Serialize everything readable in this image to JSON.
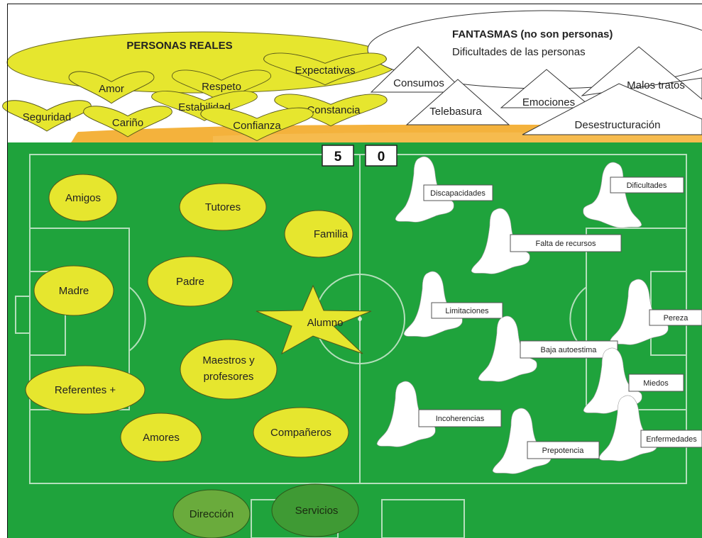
{
  "title_personas": "PERSONAS REALES",
  "fantasmas": {
    "title": "FANTASMAS (no son personas)",
    "subtitle": "Dificultades de las personas"
  },
  "values": {
    "expectativas": "Expectativas",
    "amor": "Amor",
    "respeto": "Respeto",
    "estabilidad": "Estabilidad",
    "constancia": "Constancia",
    "seguridad": "Seguridad",
    "carino": "Cariño",
    "confianza": "Confianza"
  },
  "difficulties": {
    "consumos": "Consumos",
    "telebasura": "Telebasura",
    "emociones": "Emociones",
    "malos_tratos": "Malos tratos",
    "desestructuracion": "Desestructuración"
  },
  "score": {
    "home": "5",
    "away": "0"
  },
  "people": {
    "amigos": "Amigos",
    "tutores": "Tutores",
    "familia": "Familia",
    "madre": "Madre",
    "padre": "Padre",
    "alumno": "Alumno",
    "maestros_1": "Maestros y",
    "maestros_2": "profesores",
    "referentes": "Referentes +",
    "amores": "Amores",
    "companeros": "Compañeros",
    "direccion": "Dirección",
    "servicios": "Servicios"
  },
  "ghosts": {
    "discapacidades": "Discapacidades",
    "dificultades": "Dificultades",
    "falta_recursos": "Falta de recursos",
    "limitaciones": "Limitaciones",
    "pereza": "Pereza",
    "baja_autoestima": "Baja autoestima",
    "miedos": "Miedos",
    "incoherencias": "Incoherencias",
    "enfermedades": "Enfermedades",
    "prepotencia": "Prepotencia"
  },
  "colors": {
    "yellow": "#e6e62e",
    "grass": "#1fa33c",
    "staff_green": "#6aab3c",
    "orange": "#f2a51a"
  }
}
